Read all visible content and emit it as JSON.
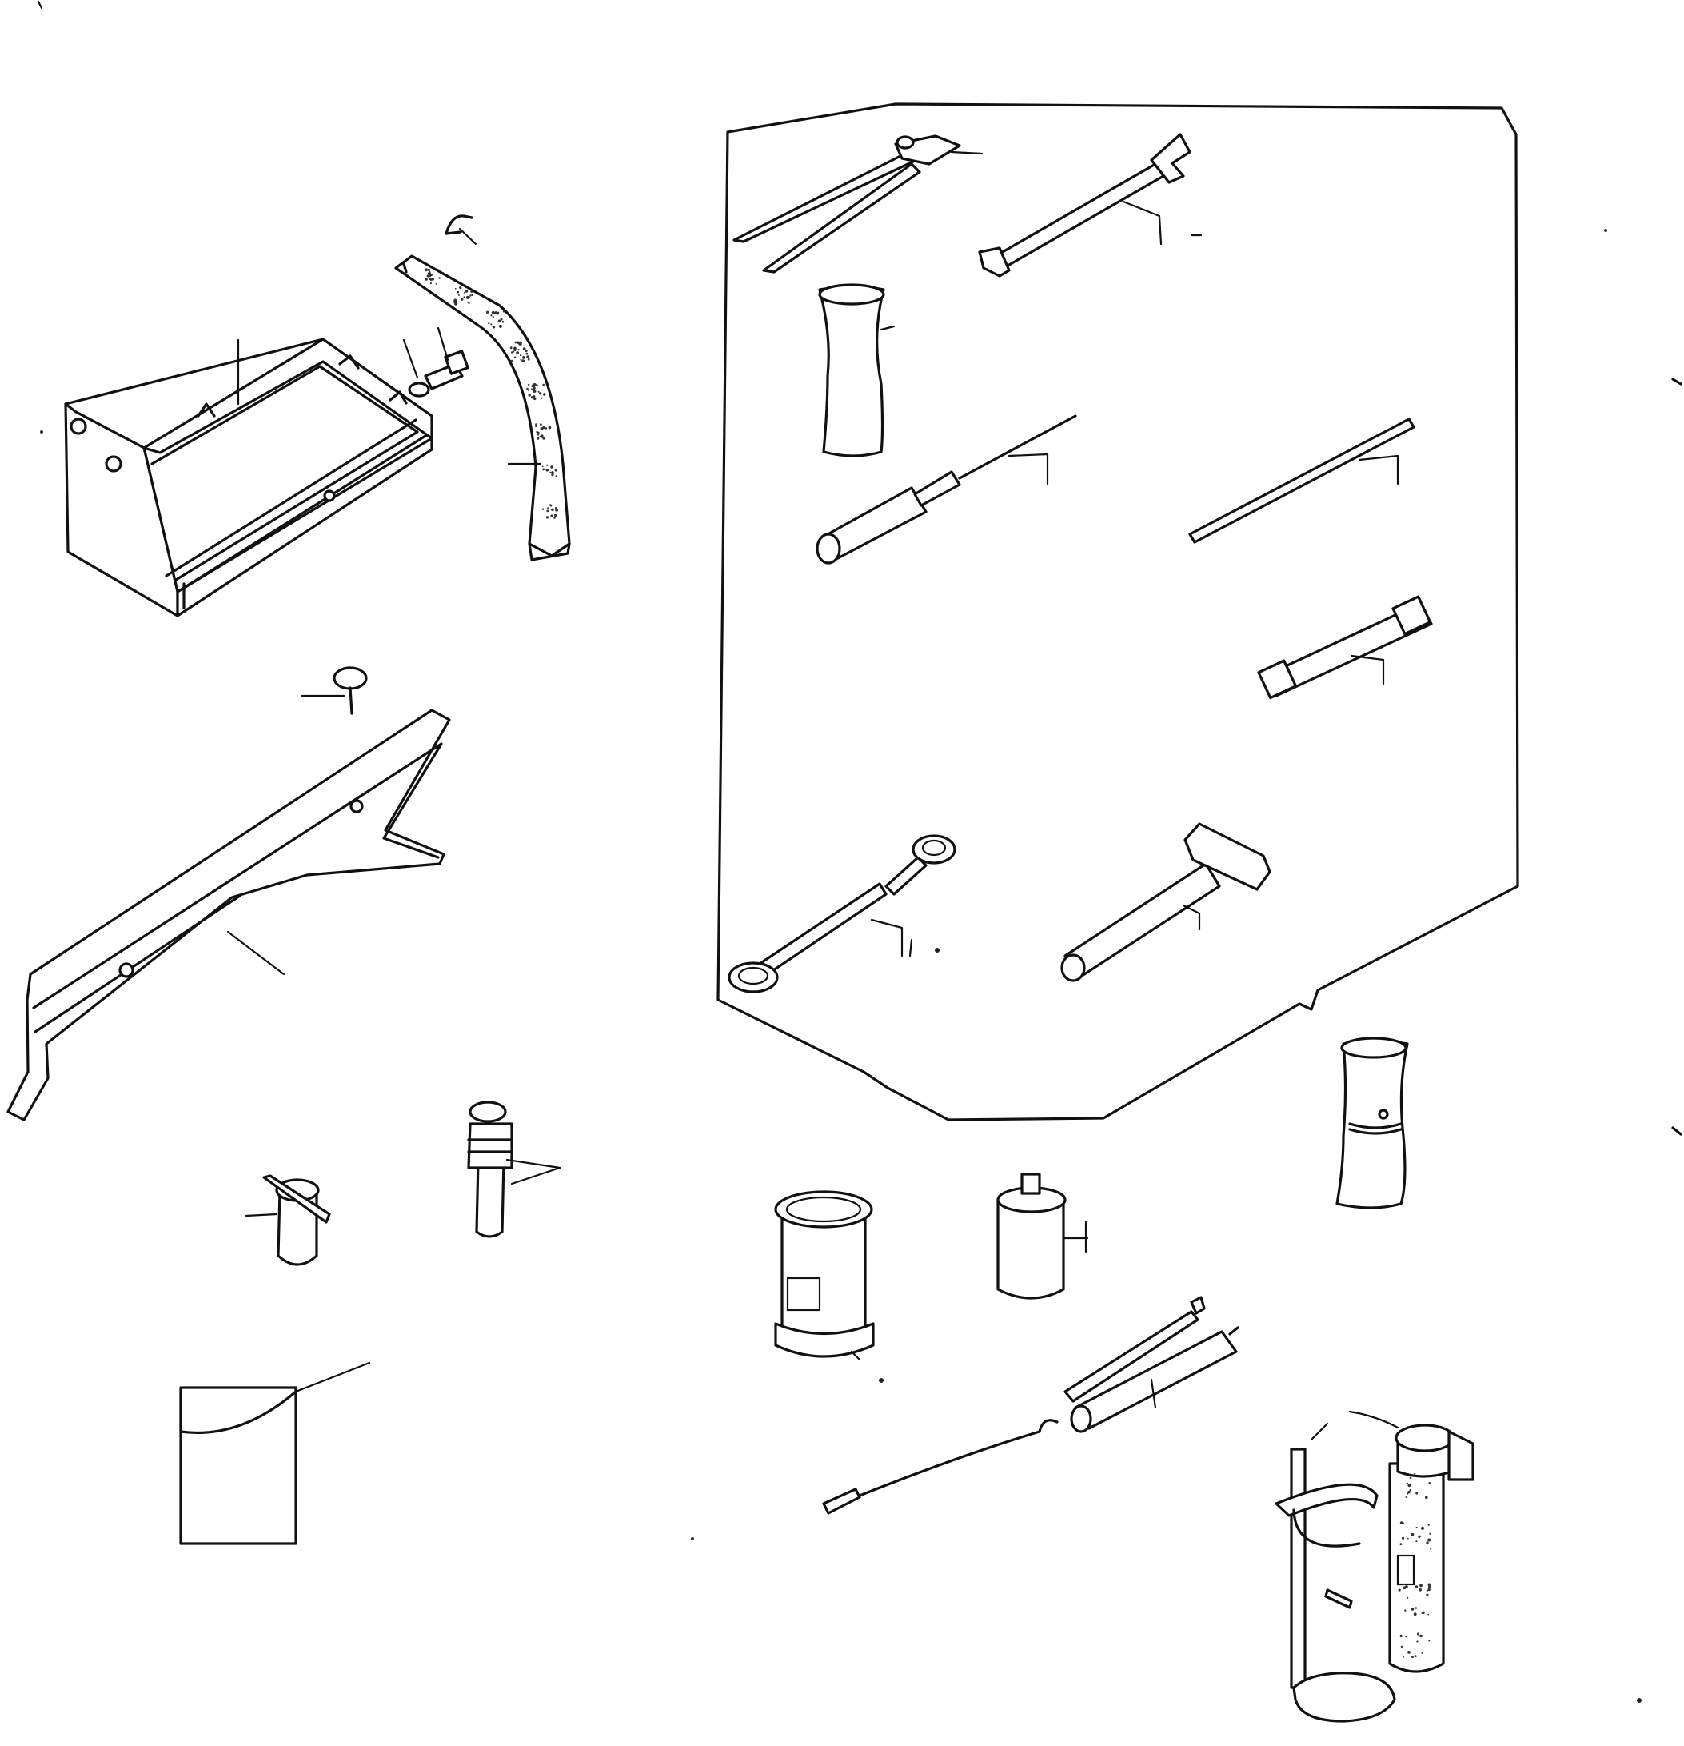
{
  "diagram": {
    "kind": "exploded parts illustration",
    "line_color": "#111111",
    "background_color": "#ffffff",
    "parts": [
      {
        "name": "tool-box-tray",
        "icon": "tray-icon"
      },
      {
        "name": "holding-strap",
        "icon": "strap-icon"
      },
      {
        "name": "bolt-and-washer",
        "icon": "bolt-icon"
      },
      {
        "name": "strap-pin",
        "icon": "pin-icon"
      },
      {
        "name": "center-stand",
        "icon": "stand-icon"
      },
      {
        "name": "stand-rivet",
        "icon": "rivet-icon"
      },
      {
        "name": "axle-pin",
        "icon": "pin-icon"
      },
      {
        "name": "grease-nipple",
        "icon": "nipple-icon"
      },
      {
        "name": "tool-bag",
        "icon": "bag-icon"
      },
      {
        "name": "pliers",
        "icon": "pliers-icon"
      },
      {
        "name": "open-end-wrench",
        "icon": "wrench-icon"
      },
      {
        "name": "box-spanner",
        "icon": "spanner-icon"
      },
      {
        "name": "screwdriver",
        "icon": "screwdriver-icon"
      },
      {
        "name": "tommy-bar",
        "icon": "bar-icon"
      },
      {
        "name": "socket-wrench",
        "icon": "socket-icon"
      },
      {
        "name": "ring-spanner",
        "icon": "ring-spanner-icon"
      },
      {
        "name": "hammer",
        "icon": "hammer-icon"
      },
      {
        "name": "spare-box-spanner",
        "icon": "spanner-icon"
      },
      {
        "name": "grease-can",
        "icon": "can-icon"
      },
      {
        "name": "oil-can",
        "icon": "oil-can-icon"
      },
      {
        "name": "grease-gun",
        "icon": "grease-gun-icon"
      },
      {
        "name": "pump-bracket",
        "icon": "bracket-icon"
      },
      {
        "name": "tyre-pump",
        "icon": "pump-icon"
      }
    ]
  }
}
